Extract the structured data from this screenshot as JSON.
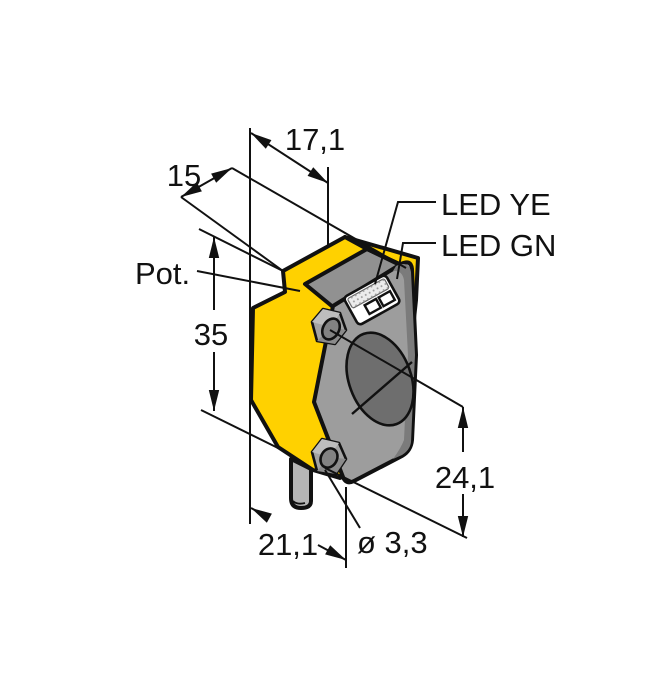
{
  "figure": {
    "type": "technical-drawing",
    "subject": "photoelectric sensor dimensional drawing",
    "labels": {
      "pot": "Pot.",
      "led_yellow": "LED YE",
      "led_green": "LED GN"
    },
    "dimensions": {
      "width": "17,1",
      "depth": "15",
      "height": "35",
      "hole_spacing": "24,1",
      "overall_depth": "21,1",
      "hole_diameter": "ø 3,3"
    },
    "colors": {
      "housing": "#ffd100",
      "bezel": "#9d9d9d",
      "bezel_shade": "#7b7b7b",
      "bevel_band": "#919191",
      "bevel_triangle": "#8b8b8b",
      "lens": "#6e6e6e",
      "hex_boss": "#a3a3a3",
      "hex_hole": "#828282",
      "cable": "#b5b5b5",
      "label_window": "#ffffff",
      "stipple_bg": "#ececec",
      "line": "#111111",
      "background": "#ffffff"
    }
  }
}
